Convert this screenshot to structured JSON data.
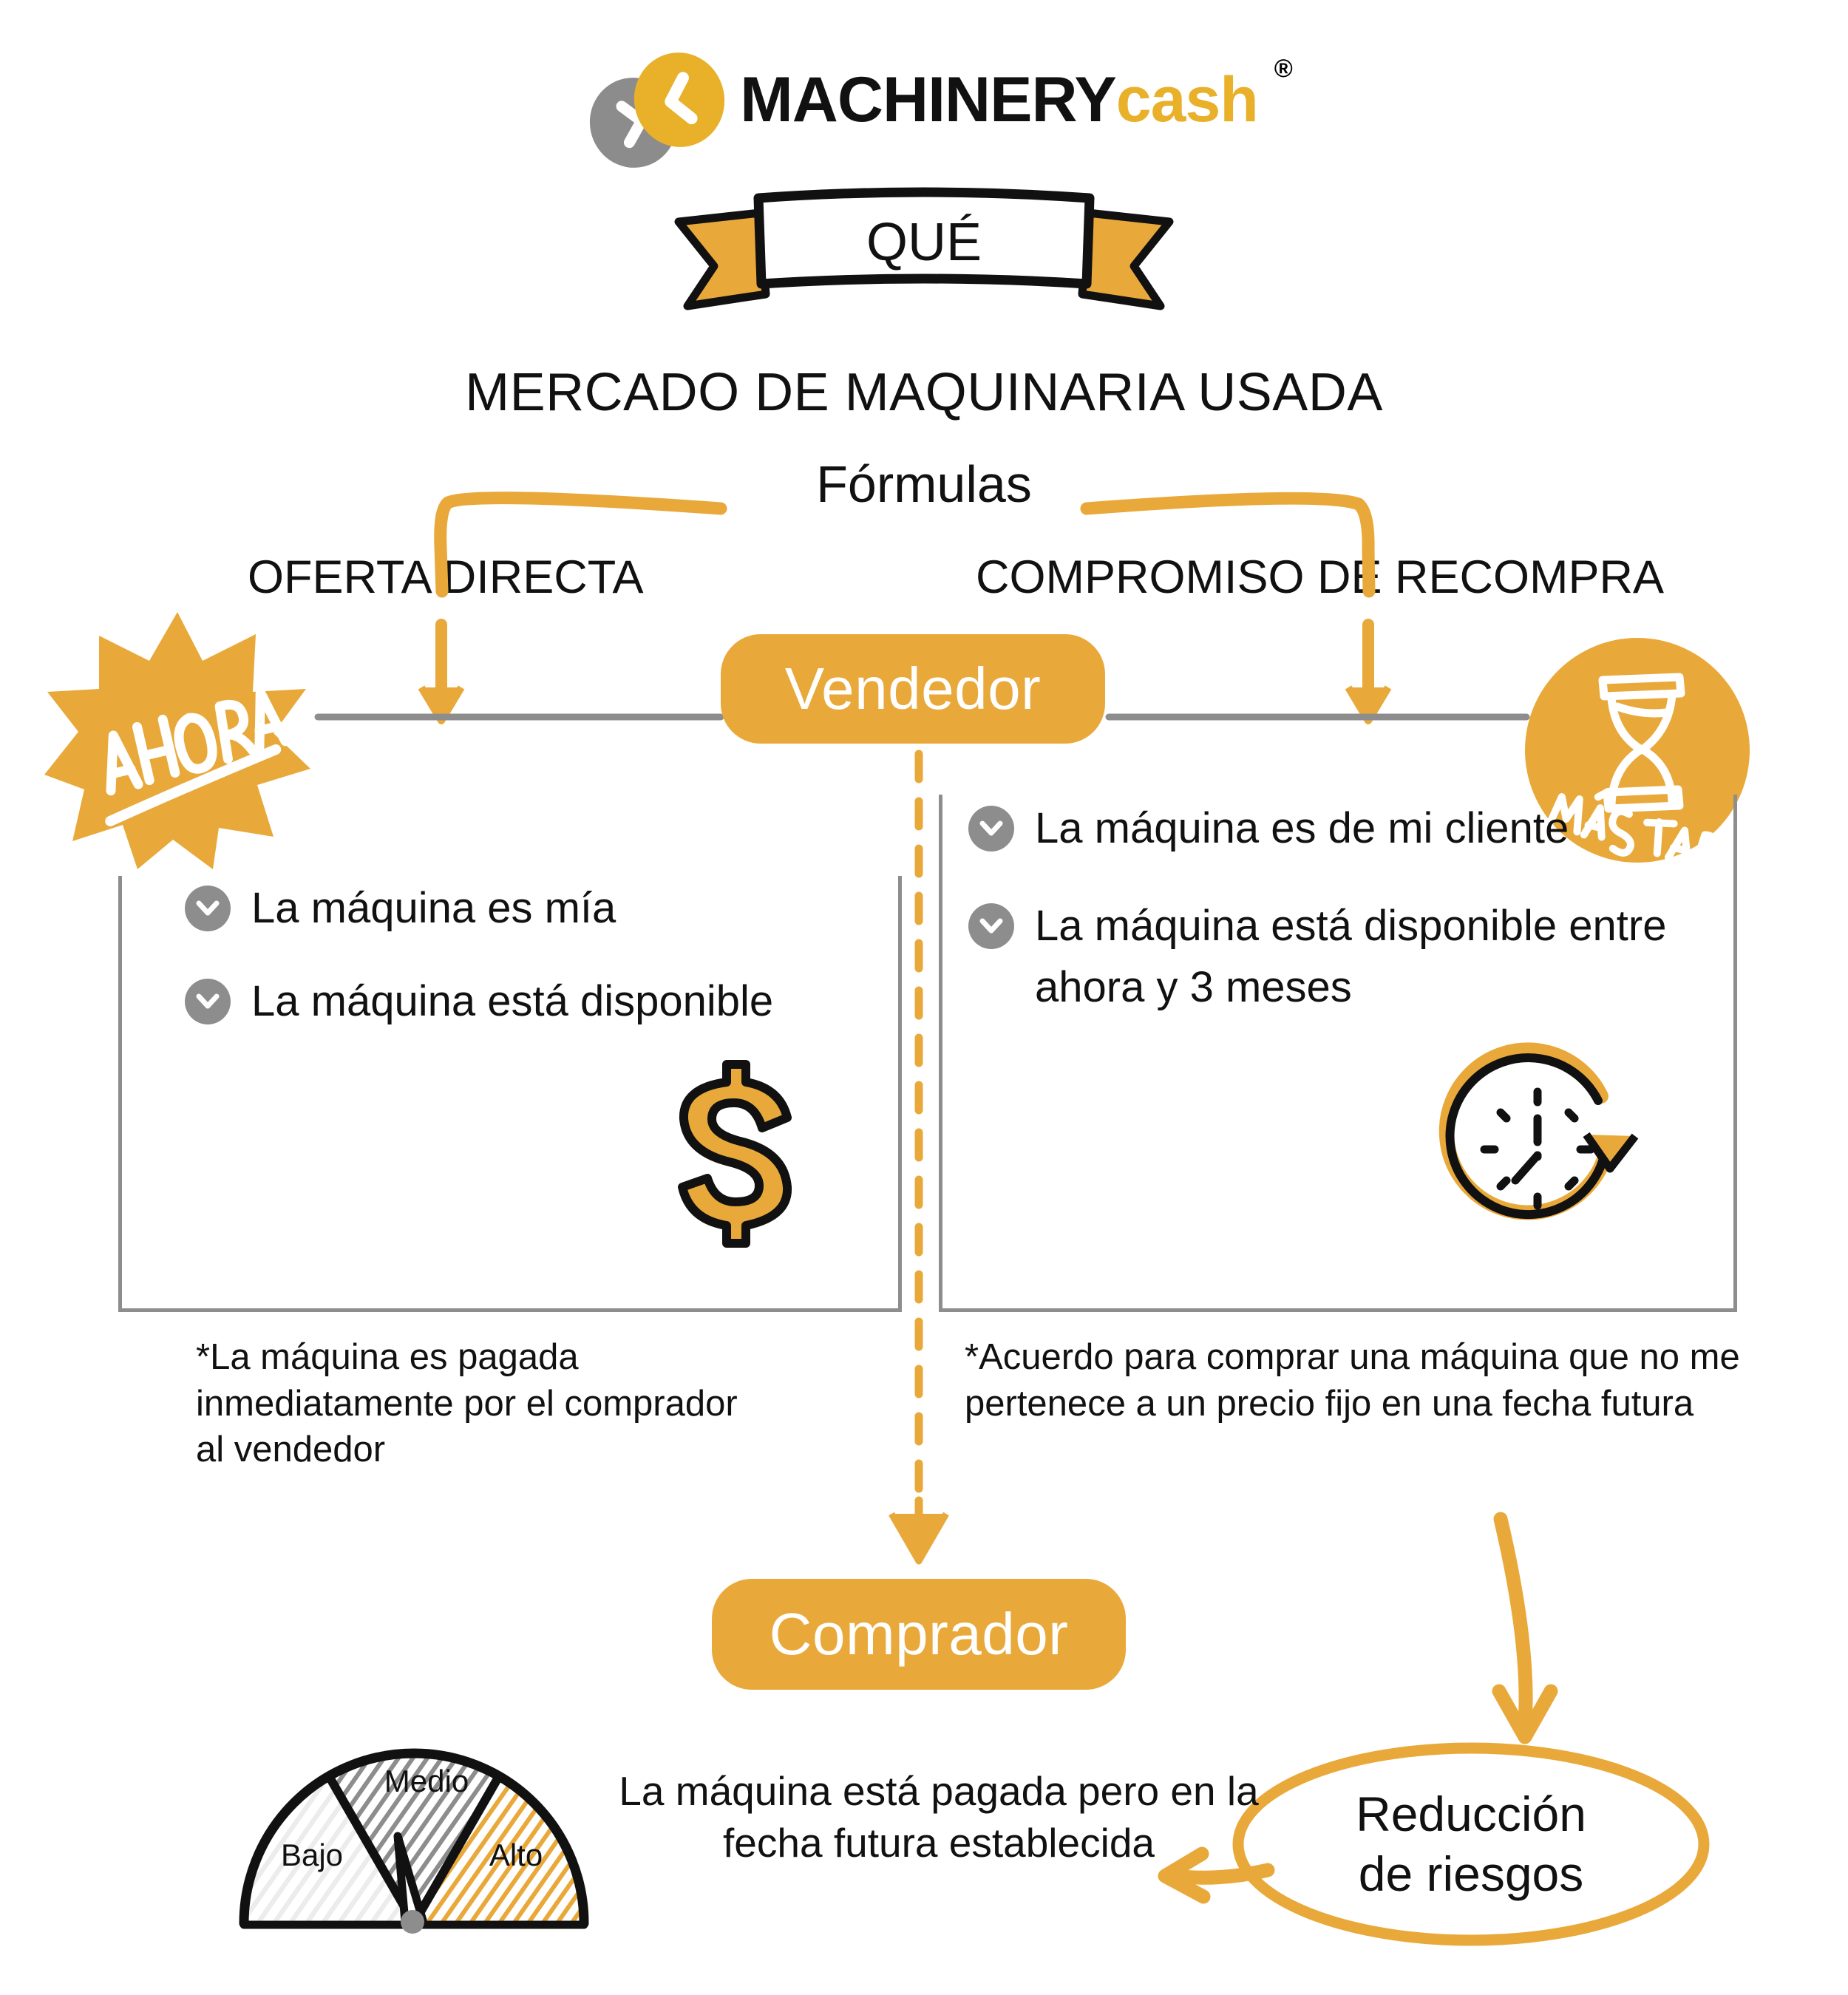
{
  "brand": {
    "name_part1": "MACHINERY",
    "name_part2": "cash",
    "registered": "®",
    "colors": {
      "yellow": "#E9B02A",
      "orange": "#E9A93A",
      "gray": "#8c8c8c",
      "black": "#111111"
    }
  },
  "ribbon": {
    "label": "QUÉ"
  },
  "titles": {
    "main": "MERCADO DE MAQUINARIA USADA",
    "subtitle": "Fórmulas",
    "left_column": "OFERTA DIRECTA",
    "right_column": "COMPROMISO DE RECOMPRA"
  },
  "badges": {
    "now": "AHORA",
    "later": "MÀS TARDE"
  },
  "actors": {
    "seller": "Vendedor",
    "buyer": "Comprador"
  },
  "left_column": {
    "bullets": [
      "La máquina es mía",
      "La máquina está disponible"
    ],
    "icon": "dollar-sign-icon",
    "note": "*La máquina es pagada inmediatamente por el comprador al vendedor"
  },
  "right_column": {
    "bullets": [
      "La máquina es de mi cliente",
      "La máquina está disponible entre ahora y 3 meses"
    ],
    "icon": "clock-arrow-icon",
    "note": "*Acuerdo para comprar una máquina que no me pertenece a un precio fijo en una fecha futura"
  },
  "bottom": {
    "buyer_note": "La máquina está pagada pero en la fecha futura establecida",
    "risk_line1": "Reducción",
    "risk_line2": "de riesgos",
    "gauge": {
      "labels": [
        "Bajo",
        "Medio",
        "Alto"
      ],
      "colors": [
        "#efefef",
        "#8d8d8d",
        "#E9A93A"
      ],
      "needle_segment": "Medio"
    }
  }
}
